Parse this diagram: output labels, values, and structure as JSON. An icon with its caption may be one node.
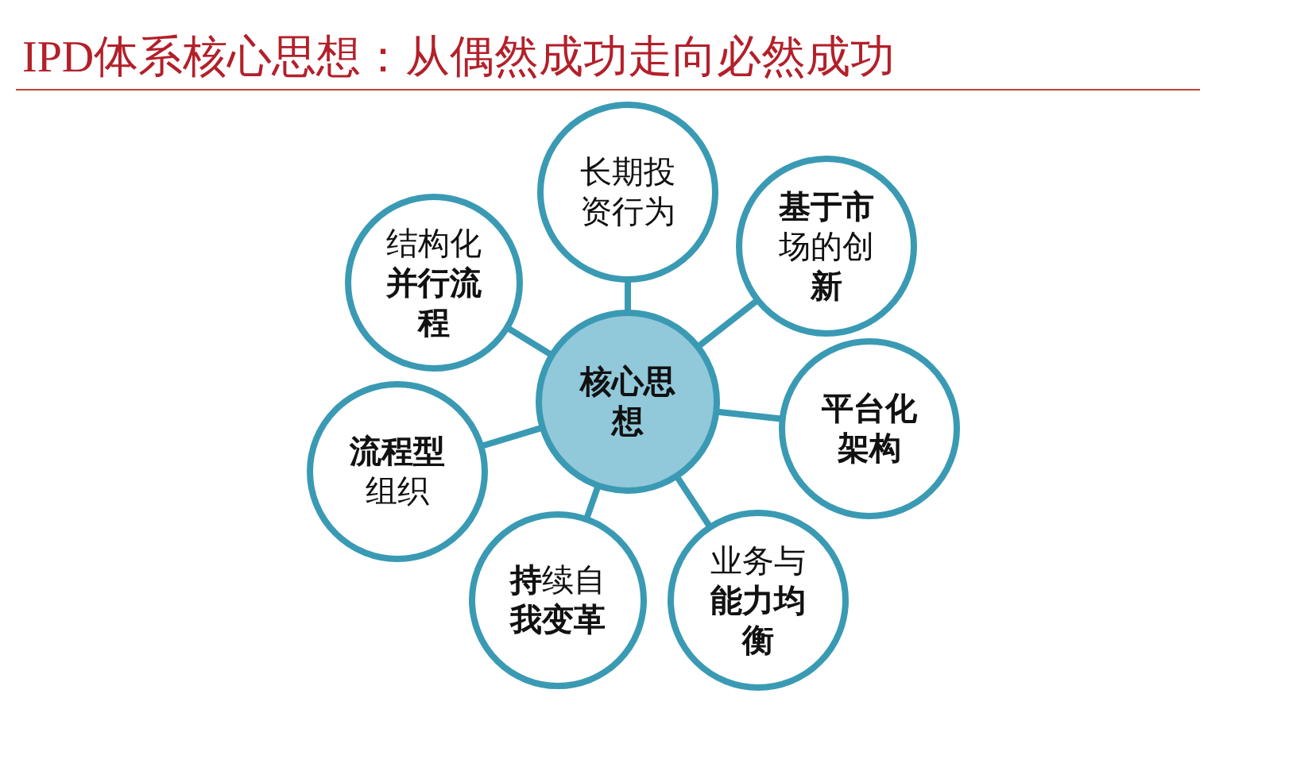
{
  "diagram": {
    "title": "IPD体系核心思想：从偶然成功走向必然成功",
    "nodes": [
      {
        "text": [
          "核心思想"
        ]
      },
      {
        "text": [
          "长期投资行为"
        ]
      },
      {
        "text": [
          "**基于市**场的创**新**"
        ]
      },
      {
        "text": [
          "平台化架构"
        ]
      },
      {
        "text": [
          "业务与**能力均衡**"
        ]
      },
      {
        "text": [
          "**持**续自**我变革**"
        ]
      },
      {
        "text": [
          "**流程型**组织"
        ]
      },
      {
        "text": [
          "结构化**并行流程**"
        ]
      }
    ],
    "edges": [
      {
        "from": 0,
        "to": 1,
        "arrow": "none"
      },
      {
        "from": 0,
        "to": 2,
        "arrow": "none"
      },
      {
        "from": 0,
        "to": 3,
        "arrow": "none"
      },
      {
        "from": 0,
        "to": 4,
        "arrow": "none"
      },
      {
        "from": 0,
        "to": 5,
        "arrow": "none"
      },
      {
        "from": 0,
        "to": 6,
        "arrow": "none"
      },
      {
        "from": 0,
        "to": 7,
        "arrow": "none"
      }
    ]
  }
}
